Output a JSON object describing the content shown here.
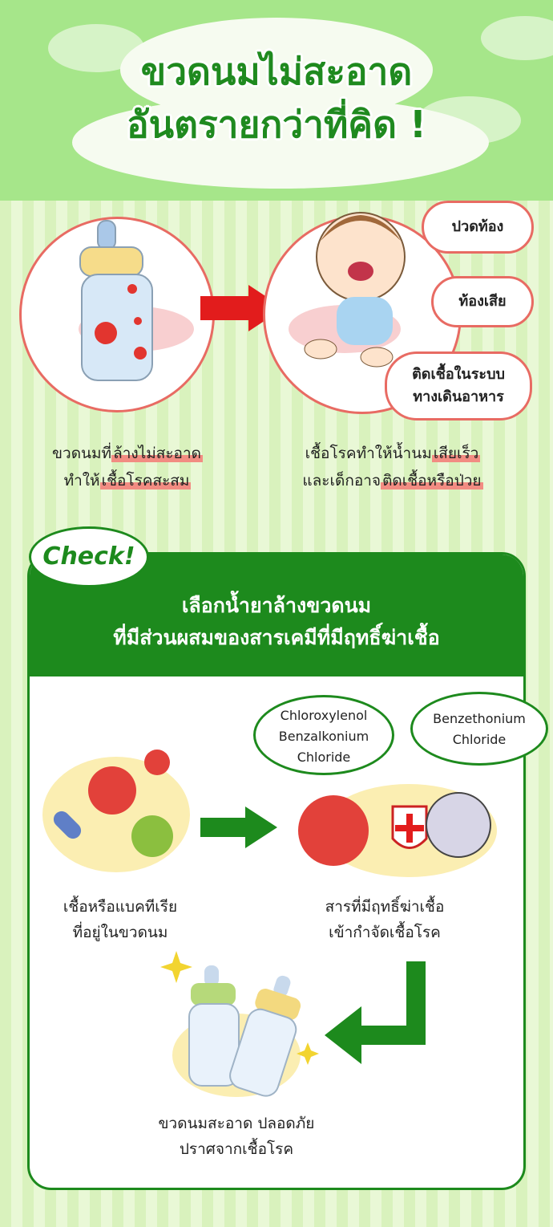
{
  "title": {
    "line1": "ขวดนมไม่สะอาด",
    "line2": "อันตรายกว่าที่คิด !"
  },
  "top": {
    "left_caption": {
      "line1_pre": "ขวดนมที่",
      "line1_hl": "ล้างไม่สะอาด",
      "line2_pre": "ทำให้",
      "line2_hl": "เชื้อโรคสะสม"
    },
    "right_caption": {
      "line1_pre": "เชื้อโรคทำให้น้ำนม",
      "line1_hl": "เสียเร็ว",
      "line2_pre": "และเด็กอาจ",
      "line2_hl": "ติดเชื้อหรือป่วย"
    },
    "symptoms": [
      "ปวดท้อง",
      "ท้องเสีย",
      "ติดเชื้อในระบบ",
      "ทางเดินอาหาร"
    ]
  },
  "check_label": "Check!",
  "panel": {
    "title_line1": "เลือกน้ำยาล้างขวดนม",
    "title_line2": "ที่มีส่วนผสมของสารเคมีที่มีฤทธิ์ฆ่าเชื้อ",
    "bubble1": [
      "Chloroxylenol",
      "Benzalkonium",
      "Chloride"
    ],
    "bubble2": [
      "Benzethonium",
      "Chloride"
    ],
    "germs_caption": [
      "เชื้อหรือแบคทีเรีย",
      "ที่อยู่ในขวดนม"
    ],
    "agent_caption": [
      "สารที่มีฤทธิ์ฆ่าเชื้อ",
      "เข้ากำจัดเชื้อโรค"
    ],
    "result_caption": [
      "ขวดนมสะอาด ปลอดภัย",
      "ปราศจากเชื้อโรค"
    ]
  },
  "colors": {
    "green": "#1d8a1d",
    "red": "#e21c1c",
    "pink": "#e86b63"
  }
}
